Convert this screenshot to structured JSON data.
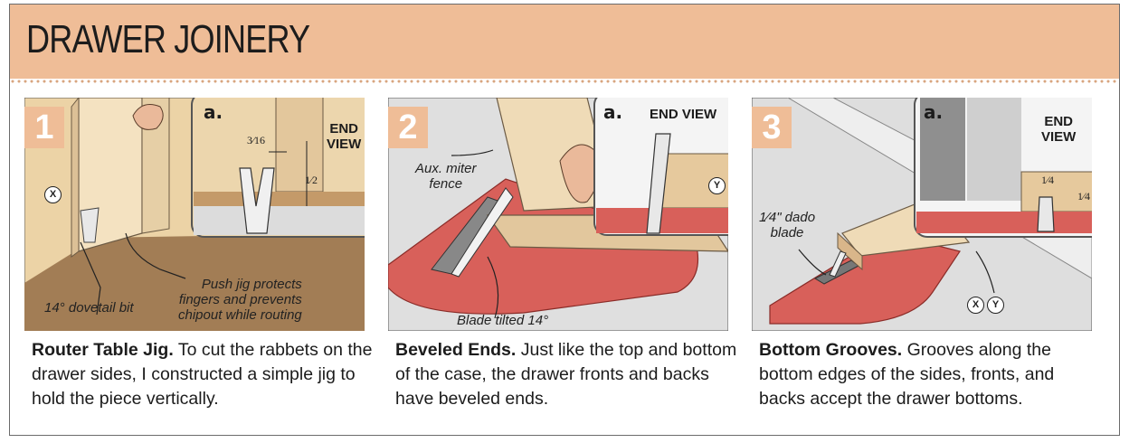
{
  "title": "DRAWER JOINERY",
  "panels": [
    {
      "number": "1",
      "inset_mark": "a.",
      "end_view": [
        "END",
        "VIEW"
      ],
      "dim_top": "3⁄16",
      "dim_right": "1⁄2",
      "marker": "X",
      "label_bit": "14° dovetail bit",
      "label_jig": [
        "Push jig protects",
        "fingers and prevents",
        "chipout while routing"
      ],
      "caption_title": "Router Table Jig.",
      "caption_text": " To cut the rabbets on the drawer sides, I constructed a simple jig to hold the piece vertically."
    },
    {
      "number": "2",
      "inset_mark": "a.",
      "end_view": [
        "END VIEW"
      ],
      "marker": "Y",
      "label_fence": [
        "Aux. miter",
        "fence"
      ],
      "label_blade": "Blade tilted 14°",
      "caption_title": "Beveled Ends.",
      "caption_text": " Just like the top and bottom of the case, the drawer fronts and backs have beveled ends."
    },
    {
      "number": "3",
      "inset_mark": "a.",
      "end_view": [
        "END",
        "VIEW"
      ],
      "dim_top": "1⁄4",
      "dim_right": "1⁄4",
      "label_dado": [
        "1⁄4\" dado",
        "blade"
      ],
      "markers": [
        "X",
        "Y"
      ],
      "caption_title": "Bottom Grooves.",
      "caption_text": " Grooves along the bottom edges of the sides, fronts, and backs accept the drawer bottoms."
    }
  ],
  "colors": {
    "header": "#efbd97",
    "wood_light": "#efdbb7",
    "wood_mid": "#d9b68a",
    "table": "#9c7a52",
    "insert_red": "#d8605a",
    "steel": "#d6d6d6"
  }
}
